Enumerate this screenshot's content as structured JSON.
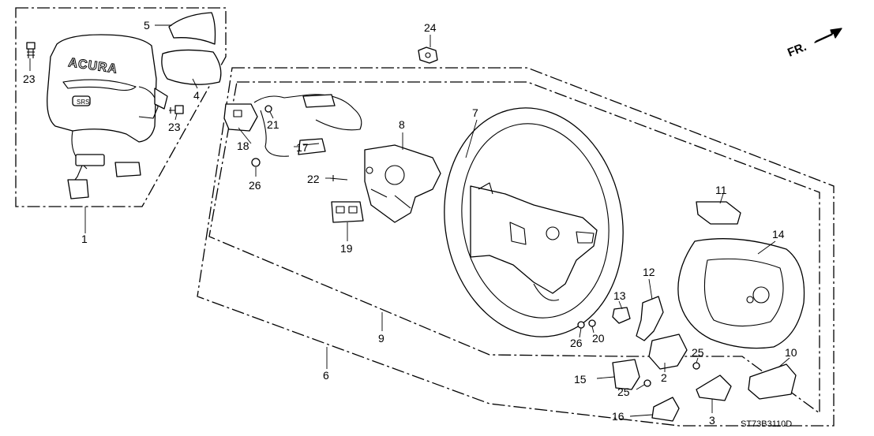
{
  "diagram": {
    "reference_code": "ST73B3110D",
    "direction_indicator": "FR.",
    "airbag_emblem": "ACURA",
    "airbag_badge": "SRS",
    "callouts": [
      {
        "id": "c1",
        "number": "1"
      },
      {
        "id": "c2",
        "number": "2"
      },
      {
        "id": "c3",
        "number": "3"
      },
      {
        "id": "c4",
        "number": "4"
      },
      {
        "id": "c5",
        "number": "5"
      },
      {
        "id": "c6",
        "number": "6"
      },
      {
        "id": "c7",
        "number": "7"
      },
      {
        "id": "c8",
        "number": "8"
      },
      {
        "id": "c9",
        "number": "9"
      },
      {
        "id": "c10",
        "number": "10"
      },
      {
        "id": "c11",
        "number": "11"
      },
      {
        "id": "c12",
        "number": "12"
      },
      {
        "id": "c13",
        "number": "13"
      },
      {
        "id": "c14",
        "number": "14"
      },
      {
        "id": "c15",
        "number": "15"
      },
      {
        "id": "c16",
        "number": "16"
      },
      {
        "id": "c17",
        "number": "17"
      },
      {
        "id": "c18",
        "number": "18"
      },
      {
        "id": "c19",
        "number": "19"
      },
      {
        "id": "c20",
        "number": "20"
      },
      {
        "id": "c21",
        "number": "21"
      },
      {
        "id": "c22",
        "number": "22"
      },
      {
        "id": "c23a",
        "number": "23"
      },
      {
        "id": "c23b",
        "number": "23"
      },
      {
        "id": "c24",
        "number": "24"
      },
      {
        "id": "c25a",
        "number": "25"
      },
      {
        "id": "c25b",
        "number": "25"
      },
      {
        "id": "c26a",
        "number": "26"
      },
      {
        "id": "c26b",
        "number": "26"
      }
    ]
  }
}
